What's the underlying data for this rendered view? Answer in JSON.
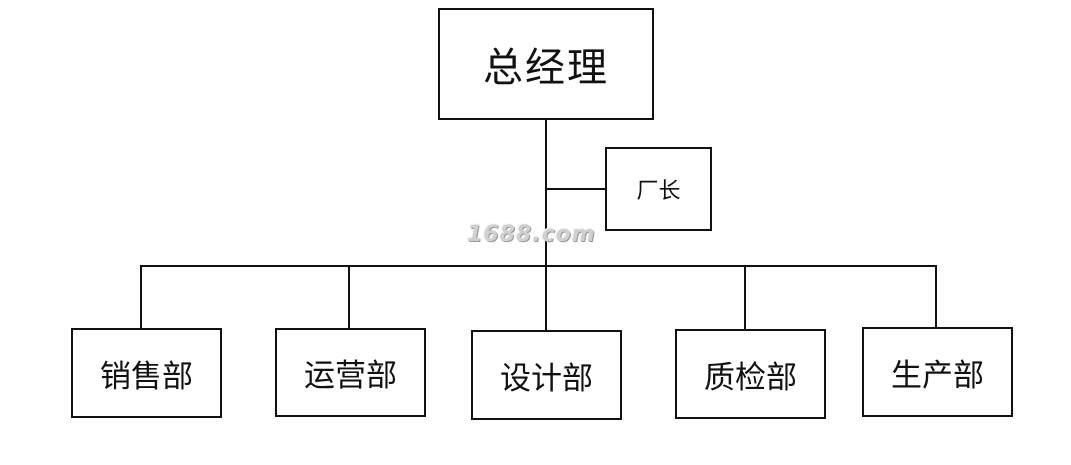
{
  "org_chart": {
    "top": {
      "label": "总经理"
    },
    "assistant": {
      "label": "厂长"
    },
    "departments": [
      {
        "label": "销售部"
      },
      {
        "label": "运营部"
      },
      {
        "label": "设计部"
      },
      {
        "label": "质检部"
      },
      {
        "label": "生产部"
      }
    ]
  },
  "watermark": {
    "text": "1688.com"
  }
}
